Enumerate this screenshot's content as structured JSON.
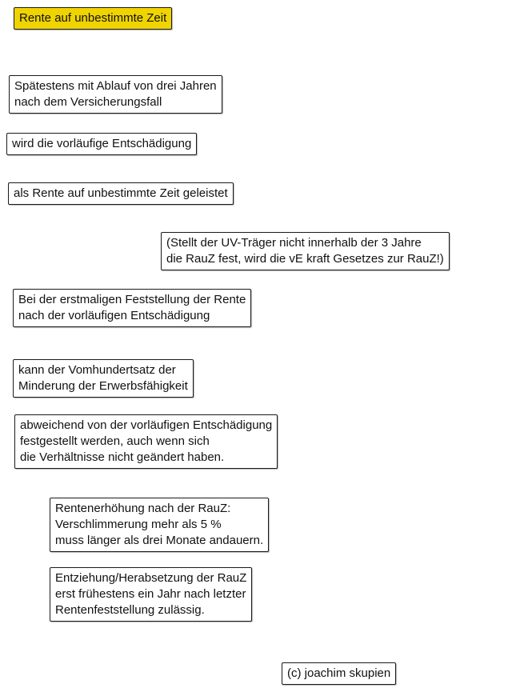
{
  "accent_color": "#f0d400",
  "title": {
    "lines": [
      "Rente auf unbestimmte Zeit"
    ]
  },
  "boxes": [
    {
      "lines": [
        "Spätestens mit Ablauf von drei Jahren",
        "nach dem Versicherungsfall"
      ]
    },
    {
      "lines": [
        "wird die vorläufige Entschädigung"
      ]
    },
    {
      "lines": [
        "als Rente auf unbestimmte Zeit geleistet"
      ]
    },
    {
      "lines": [
        "(Stellt der UV-Träger nicht innerhalb der 3 Jahre",
        "die RauZ fest, wird die vE kraft Gesetzes zur RauZ!)"
      ]
    },
    {
      "lines": [
        "Bei der erstmaligen Feststellung der Rente",
        "nach der vorläufigen Entschädigung"
      ]
    },
    {
      "lines": [
        "kann der Vomhundertsatz der",
        "Minderung der Erwerbsfähigkeit"
      ]
    },
    {
      "lines": [
        "abweichend von der vorläufigen Entschädigung",
        "festgestellt werden, auch wenn sich",
        "die Verhältnisse nicht geändert haben."
      ]
    },
    {
      "lines": [
        "Rentenerhöhung nach der RauZ:",
        "Verschlimmerung mehr als 5 %",
        "muss länger als drei Monate andauern."
      ]
    },
    {
      "lines": [
        "Entziehung/Herabsetzung der RauZ",
        "erst frühestens ein Jahr nach letzter",
        "Rentenfeststellung zulässig."
      ]
    }
  ],
  "copyright": {
    "lines": [
      "(c) joachim skupien"
    ]
  }
}
